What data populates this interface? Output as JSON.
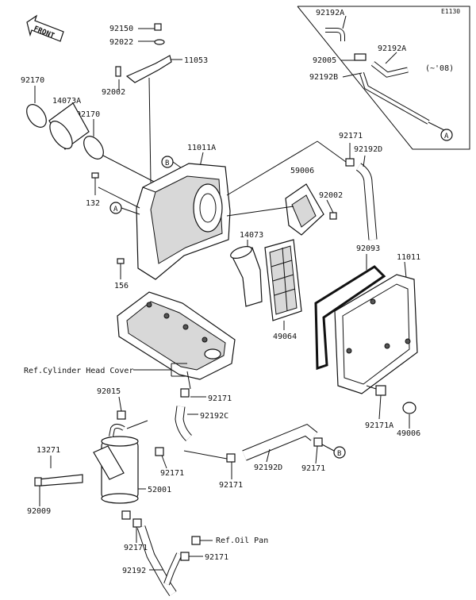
{
  "diagram_code": "E1130",
  "front_label": "FRONT",
  "inset_note": "(~'08)",
  "callouts": {
    "c92192A_1": "92192A",
    "c92192A_2": "92192A",
    "c92005": "92005",
    "c92192B": "92192B",
    "c92150": "92150",
    "c92022": "92022",
    "c11053": "11053",
    "c92002_a": "92002",
    "c92170_a": "92170",
    "c14073A": "14073A",
    "c92170_b": "92170",
    "c11011A": "11011A",
    "c92171_a": "92171",
    "c92192D_a": "92192D",
    "c59006": "59006",
    "c92002_b": "92002",
    "c132": "132",
    "c14073": "14073",
    "c156": "156",
    "c92093": "92093",
    "c11011": "11011",
    "c49064": "49064",
    "ref_head_cover": "Ref.Cylinder Head Cover",
    "c92015": "92015",
    "c92171_b": "92171",
    "c92192C": "92192C",
    "c92171A": "92171A",
    "c49006": "49006",
    "c13271": "13271",
    "c92171_c": "92171",
    "c52001": "52001",
    "c92192D_b": "92192D",
    "c92171_d": "92171",
    "c92171_e": "92171",
    "c92009": "92009",
    "c92171_f": "92171",
    "ref_oil_pan": "Ref.Oil Pan",
    "c92192": "92192",
    "c92171_g": "92171"
  },
  "connectors": {
    "A_inset": "A",
    "A_main": "A",
    "B_main": "B",
    "B_lower": "B"
  }
}
